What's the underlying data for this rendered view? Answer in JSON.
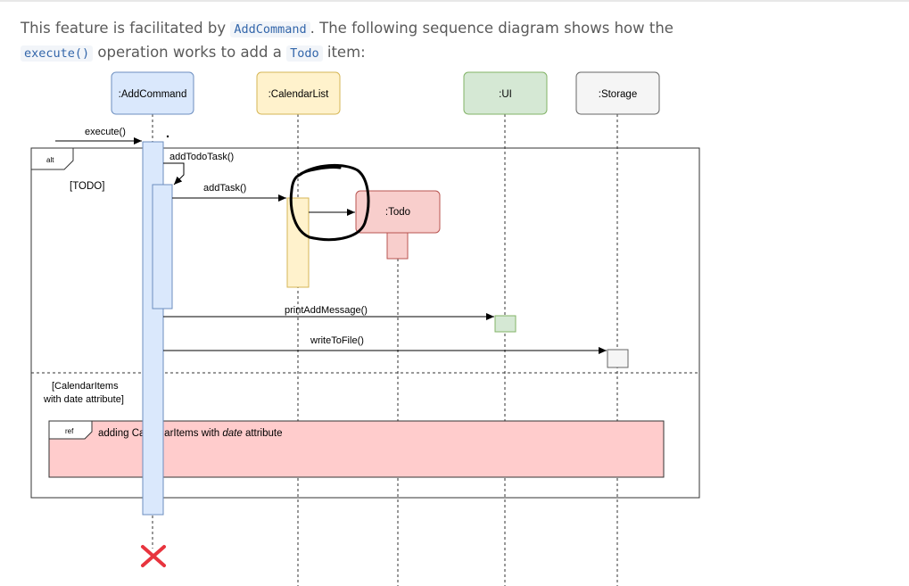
{
  "intro": {
    "p1": "This feature is facilitated by ",
    "code1": "AddCommand",
    "p2": ". The following sequence diagram shows how the",
    "code2": "execute()",
    "p3": " operation works to add a ",
    "code3": "Todo",
    "p4": " item:"
  },
  "diagram": {
    "participants": {
      "addcommand": ":AddCommand",
      "calendarlist": ":CalendarList",
      "ui": ":UI",
      "storage": ":Storage",
      "todo": ":Todo"
    },
    "messages": {
      "execute": "execute()",
      "add_todo_task": "addTodoTask()",
      "add_task": "addTask()",
      "print_add_message": "printAddMessage()",
      "write_to_file": "writeToFile()"
    },
    "fragments": {
      "alt_label": "alt",
      "guard_todo": "[TODO]",
      "guard_calendar_line1": "[CalendarItems",
      "guard_calendar_line2": "with date attribute]",
      "ref_label": "ref",
      "ref_text_prefix": "adding CalendarItems with ",
      "ref_text_italic": "date",
      "ref_text_suffix": " attribute"
    },
    "colors": {
      "addcommand_fill": "#dae8fc",
      "addcommand_stroke": "#6c8ebf",
      "calendarlist_fill": "#fff2cc",
      "calendarlist_stroke": "#d6b656",
      "ui_fill": "#d5e8d4",
      "ui_stroke": "#82b366",
      "storage_fill": "#f5f5f5",
      "storage_stroke": "#666666",
      "todo_fill": "#f8cecc",
      "todo_stroke": "#b85450",
      "destroy_mark": "#e8343e"
    }
  }
}
